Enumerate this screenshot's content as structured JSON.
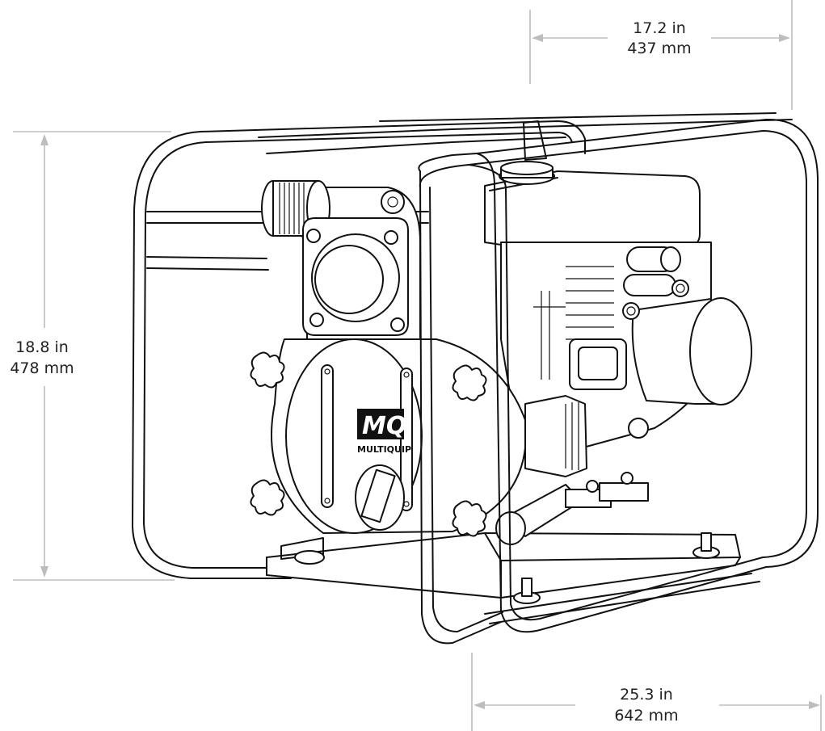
{
  "dimensions": {
    "width": {
      "inches": "17.2 in",
      "mm": "437 mm"
    },
    "height": {
      "inches": "18.8 in",
      "mm": "478 mm"
    },
    "length": {
      "inches": "25.3 in",
      "mm": "642 mm"
    }
  },
  "logo": {
    "mark": "MQ",
    "brand": "MULTIQUIP"
  }
}
